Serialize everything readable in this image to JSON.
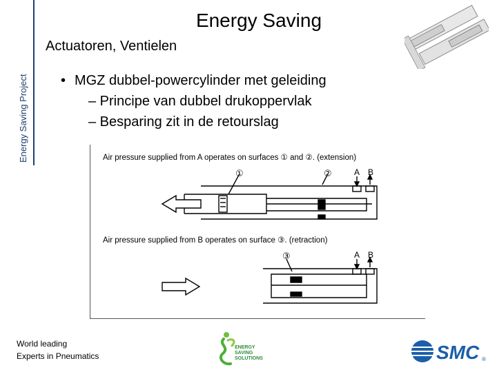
{
  "sidebar": {
    "label": "Energy Saving Project"
  },
  "header": {
    "title": "Energy Saving",
    "subtitle": "Actuatoren, Ventielen"
  },
  "bullets": {
    "main": "MGZ dubbel-powercylinder met geleiding",
    "sub": [
      "– Principe van dubbel drukoppervlak",
      "– Besparing zit in de retourslag"
    ]
  },
  "diagram": {
    "top_caption": "Air pressure supplied from A operates on surfaces ① and ②. (extension)",
    "bottom_caption": "Air pressure supplied from B operates on surface ③. (retraction)",
    "marker_1": "①",
    "marker_2": "②",
    "marker_3": "③",
    "port_a": "A",
    "port_b": "B"
  },
  "footer": {
    "line1": "World leading",
    "line2": "Experts in Pneumatics",
    "es_line1": "ENERGY",
    "es_line2": "SAVING",
    "es_line3": "SOLUTIONS",
    "smc": "SMC",
    "registered": "®"
  },
  "colors": {
    "sidebar_accent": "#1f3f6b",
    "smc_blue": "#1b5fa8",
    "es_green": "#2e8b3a"
  }
}
